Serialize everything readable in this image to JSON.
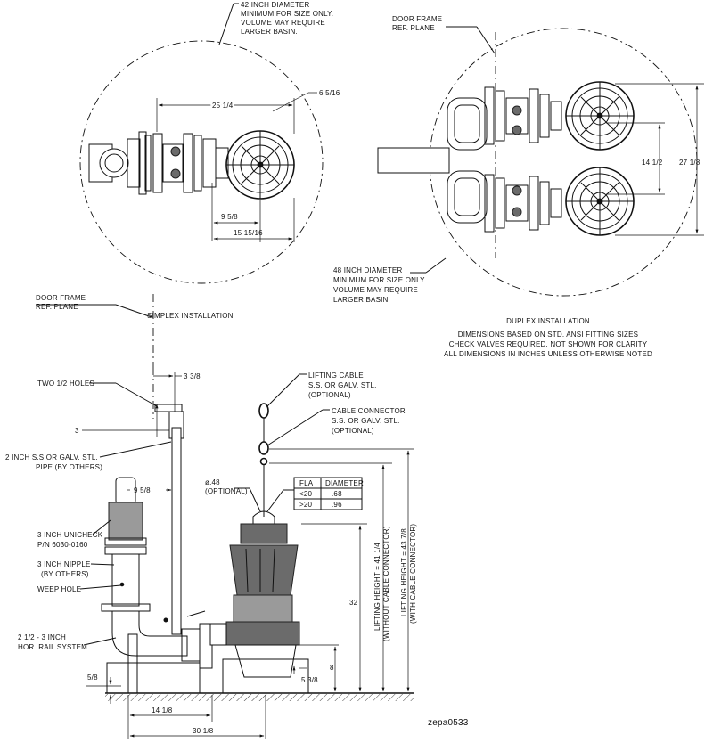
{
  "simplex_top": {
    "basin_note": [
      "42 INCH DIAMETER",
      "MINIMUM FOR SIZE ONLY.",
      "VOLUME MAY REQUIRE",
      "LARGER BASIN."
    ],
    "dim_width": "25 1/4",
    "dim_pump_offset": "6 5/16",
    "dim_center": "9 5/8",
    "dim_overall": "15 15/16",
    "door_frame": [
      "DOOR FRAME",
      "REF. PLANE"
    ],
    "caption": "SIMPLEX INSTALLATION"
  },
  "duplex_top": {
    "door_frame": [
      "DOOR FRAME",
      "REF. PLANE"
    ],
    "dim_spacing": "14 1/2",
    "dim_overall": "27 1/8",
    "basin_note": [
      "48 INCH DIAMETER",
      "MINIMUM FOR SIZE ONLY.",
      "VOLUME MAY REQUIRE",
      "LARGER BASIN."
    ],
    "caption": [
      "DUPLEX INSTALLATION",
      "DIMENSIONS BASED ON STD. ANSI FITTING SIZES",
      "CHECK VALVES REQUIRED, NOT SHOWN FOR CLARITY",
      "ALL DIMENSIONS IN INCHES UNLESS OTHERWISE NOTED"
    ]
  },
  "elevation": {
    "two_holes": "TWO 1/2 HOLES",
    "dim_rail_offset": "3 3/8",
    "dim_3": "3",
    "rail_pipe": [
      "2 INCH S.S OR GALV. STL.",
      "PIPE (BY OTHERS)"
    ],
    "dim_9_58": "9 5/8",
    "unicheck": [
      "3 INCH UNICHECK",
      "P/N 6030-0160"
    ],
    "nipple": [
      "3 INCH NIPPLE",
      "(BY OTHERS)"
    ],
    "weep_hole": "WEEP HOLE",
    "rail_system": [
      "2 1/2 - 3 INCH",
      "HOR. RAIL SYSTEM"
    ],
    "dim_5_8": "5/8",
    "dim_14_18": "14 1/8",
    "dim_30_18": "30 1/8",
    "lifting_cable": [
      "LIFTING CABLE",
      "S.S. OR GALV. STL.",
      "(OPTIONAL)"
    ],
    "cable_connector": [
      "CABLE CONNECTOR",
      "S.S. OR GALV. STL.",
      "(OPTIONAL)"
    ],
    "cable_dia": [
      "ø.48",
      "(OPTIONAL)"
    ],
    "table": {
      "headers": [
        "FLA",
        "DIAMETER"
      ],
      "rows": [
        [
          "<20",
          ".68"
        ],
        [
          ">20",
          ".96"
        ]
      ]
    },
    "dim_32": "32",
    "dim_8": "8",
    "dim_5_38": "5 3/8",
    "lift_without": [
      "LIFTING HEIGHT = 41 1/4",
      "(WITHOUT CABLE CONNECTOR)"
    ],
    "lift_with": [
      "LIFTING HEIGHT = 43 7/8",
      "(WITH CABLE CONNECTOR)"
    ]
  },
  "drawing_id": "zepa0533"
}
